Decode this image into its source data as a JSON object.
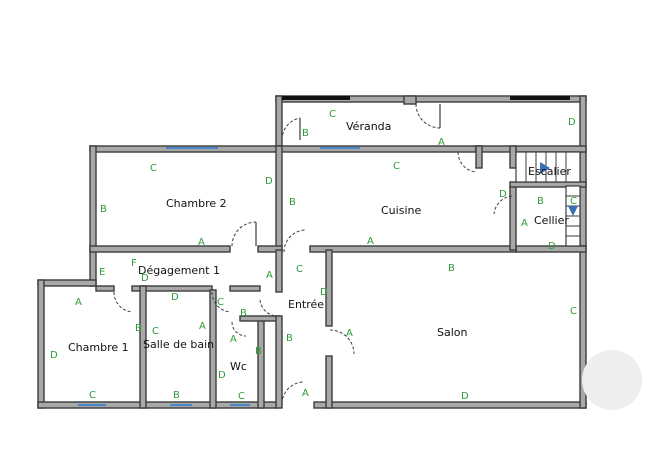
{
  "colors": {
    "wall_fill": "#a8a8a8",
    "wall_stroke": "#3c3c3c",
    "window": "#4a86c8",
    "label_green": "#2e9b3a",
    "stair_arrow": "#3a6fb8"
  },
  "rooms": {
    "veranda": "Véranda",
    "chambre2": "Chambre 2",
    "cuisine": "Cuisine",
    "escalier": "Escalier",
    "cellier": "Cellier",
    "degagement1": "Dégagement 1",
    "entree": "Entrée",
    "salon": "Salon",
    "chambre1": "Chambre 1",
    "salle_de_bain": "Salle de bain",
    "wc": "Wc"
  },
  "wall_labels": {
    "veranda_c": "C",
    "veranda_b": "B",
    "veranda_a": "A",
    "veranda_d": "D",
    "chambre2_c": "C",
    "chambre2_b": "B",
    "chambre2_d": "D",
    "chambre2_a": "A",
    "cuisine_c": "C",
    "cuisine_b": "B",
    "cuisine_d": "D",
    "cuisine_a": "A",
    "cellier_b": "B",
    "cellier_c": "C",
    "cellier_a": "A",
    "cellier_d": "D",
    "degagement_e": "E",
    "degagement_f": "F",
    "degagement_d": "D",
    "degagement_a": "A",
    "degagement_c": "C",
    "degagement_b": "B",
    "entree_c": "C",
    "entree_d": "D",
    "entree_b": "B",
    "entree_a": "A",
    "salon_b": "B",
    "salon_a": "A",
    "salon_c": "C",
    "salon_d": "D",
    "chambre1_a": "A",
    "chambre1_b": "B",
    "chambre1_d": "D",
    "chambre1_c": "C",
    "sdb_d": "D",
    "sdb_c": "C",
    "sdb_a": "A",
    "sdb_b": "B",
    "wc_a": "A",
    "wc_b": "B",
    "wc_d": "D",
    "wc_c": "C"
  }
}
